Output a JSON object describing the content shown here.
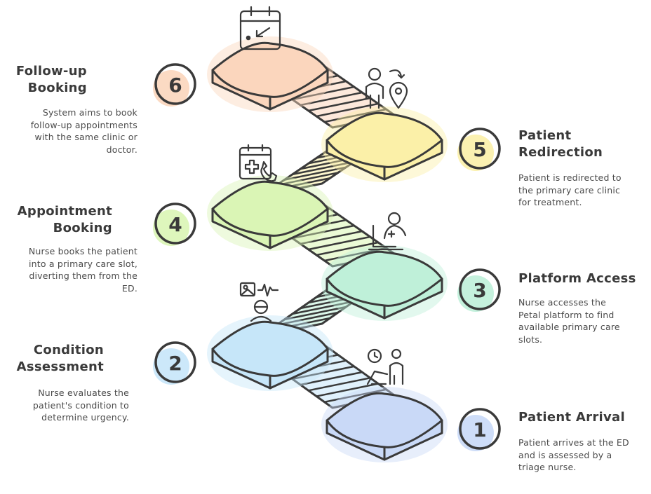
{
  "steps": [
    {
      "number": "1",
      "title": "Patient Arrival",
      "description": "Patient arrives at the ED\nand is assessed by a\ntriage nurse.",
      "color": "#c9d9f7",
      "icon": "clock-person-icon"
    },
    {
      "number": "2",
      "title": "Condition\nAssessment",
      "description": "Nurse evaluates the\npatient's condition to\ndetermine urgency.",
      "color": "#c6e6f9",
      "icon": "image-pulse-doctor-icon"
    },
    {
      "number": "3",
      "title": "Platform Access",
      "description": "Nurse accesses the\nPetal platform to find\navailable primary care\nslots.",
      "color": "#bff0d9",
      "icon": "laptop-user-icon"
    },
    {
      "number": "4",
      "title": "Appointment\nBooking",
      "description": "Nurse books the patient\ninto a primary care slot,\ndiverting them from the\nED.",
      "color": "#daf5b5",
      "icon": "calendar-phone-icon"
    },
    {
      "number": "5",
      "title": "Patient\nRedirection",
      "description": "Patient is redirected to\nthe primary care clinic\nfor treatment.",
      "color": "#fbf0a8",
      "icon": "person-location-icon"
    },
    {
      "number": "6",
      "title": "Follow-up\nBooking",
      "description": "System aims to book\nfollow-up appointments\nwith the same clinic or\ndoctor.",
      "color": "#fbd6bd",
      "icon": "calendar-arrow-icon"
    }
  ]
}
